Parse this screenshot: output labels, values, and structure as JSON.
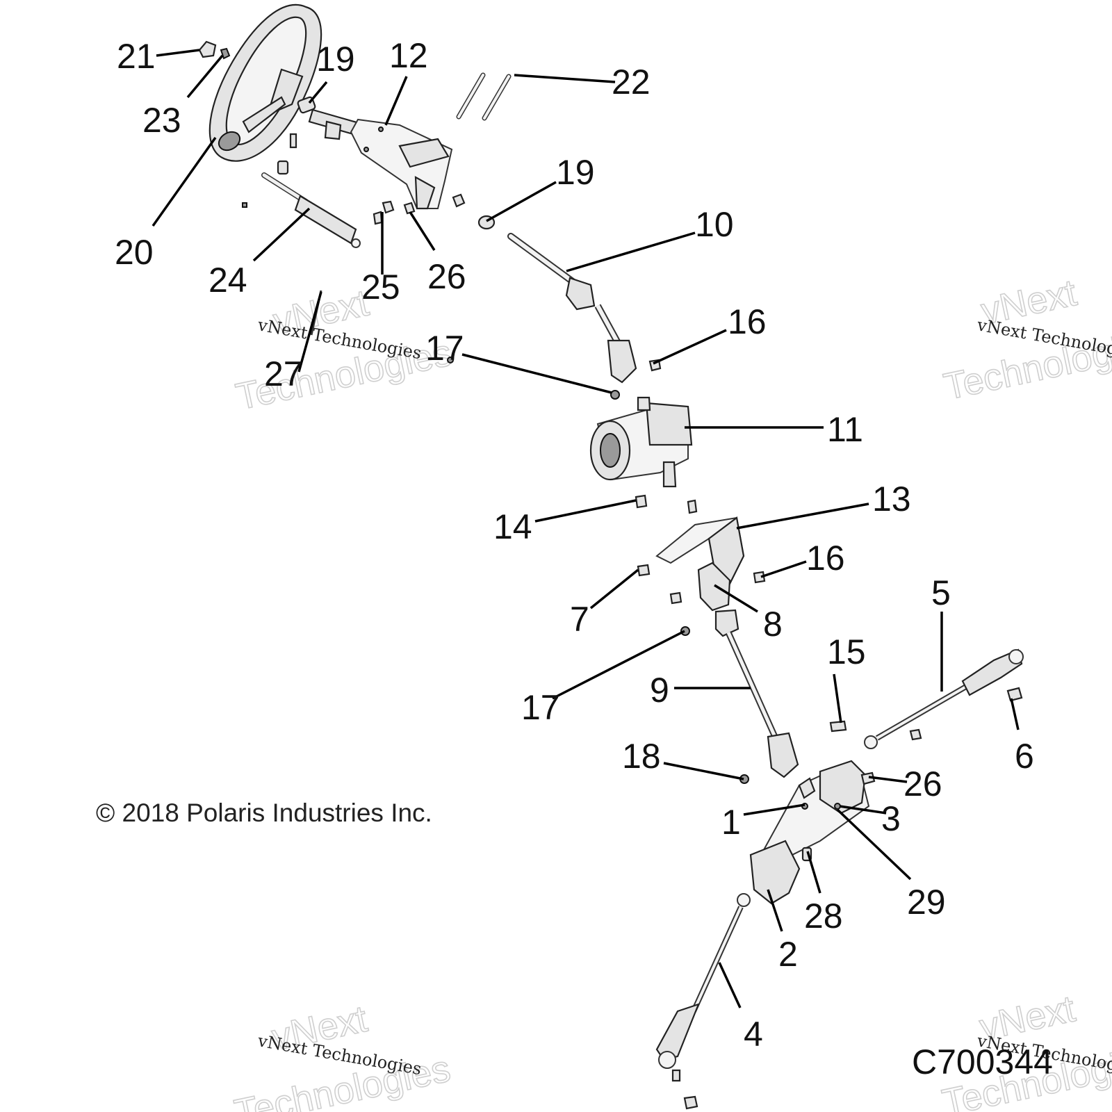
{
  "watermark": {
    "line1": "vNext",
    "line2": "Technologies",
    "caption": "vNext Technologies"
  },
  "copyright": "© 2018 Polaris Industries Inc.",
  "figure_id": "C700344",
  "callouts": {
    "c1": "1",
    "c2": "2",
    "c3": "3",
    "c4": "4",
    "c5": "5",
    "c6": "6",
    "c7": "7",
    "c8": "8",
    "c9": "9",
    "c10": "10",
    "c11": "11",
    "c12": "12",
    "c13": "13",
    "c14": "14",
    "c15": "15",
    "c16a": "16",
    "c16b": "16",
    "c17a": "17",
    "c17b": "17",
    "c18": "18",
    "c19a": "19",
    "c19b": "19",
    "c20": "20",
    "c21": "21",
    "c22": "22",
    "c23": "23",
    "c24": "24",
    "c25": "25",
    "c26a": "26",
    "c26b": "26",
    "c27": "27",
    "c28": "28",
    "c29": "29"
  }
}
